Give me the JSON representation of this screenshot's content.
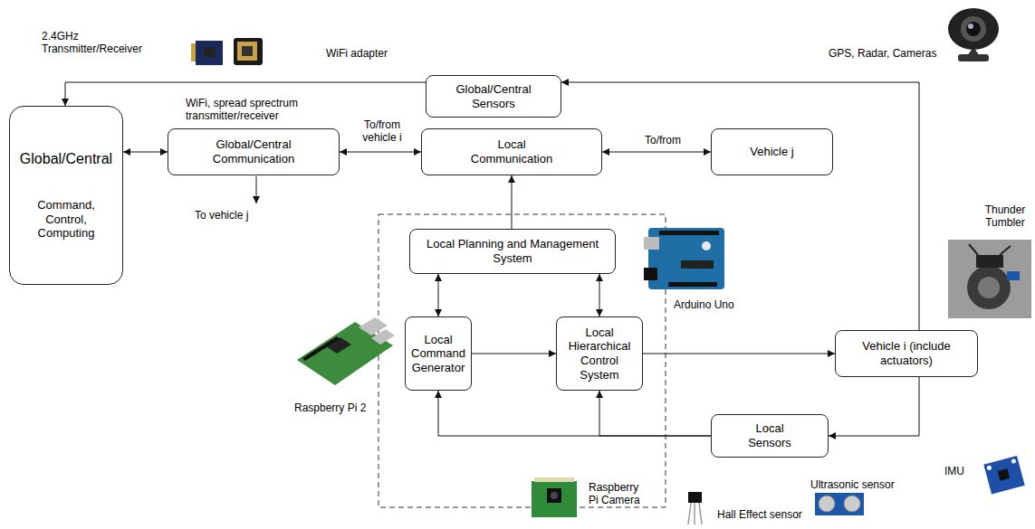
{
  "diagram": {
    "nodes": [
      {
        "text": [
          "Global/Central",
          "Command, Control, Computing"
        ]
      },
      {
        "text": [
          "Global/Central Sensors"
        ]
      },
      {
        "text": [
          "Global/Central Communication"
        ]
      },
      {
        "text": [
          "Local Communication"
        ]
      },
      {
        "text": [
          "Vehicle j"
        ]
      },
      {
        "text": [
          "Local Planning and Management System"
        ]
      },
      {
        "text": [
          "Local Command Generator"
        ]
      },
      {
        "text": [
          "Local Hierarchical Control System"
        ]
      },
      {
        "text": [
          "Vehicle i (include actuators)"
        ]
      },
      {
        "text": [
          "Local Sensors"
        ]
      }
    ],
    "edges": [
      {
        "from": 1,
        "to": 0,
        "arrow": "to"
      },
      {
        "from": 0,
        "to": 2,
        "arrow": "both"
      },
      {
        "from": 2,
        "to": 3,
        "label": "To/from vehicle i",
        "arrow": "both"
      },
      {
        "from": 3,
        "to": 4,
        "label": "To/from",
        "arrow": "both"
      },
      {
        "from": 5,
        "to": 3,
        "arrow": "to"
      },
      {
        "from": 5,
        "to": 6,
        "arrow": "both"
      },
      {
        "from": 5,
        "to": 7,
        "arrow": "both"
      },
      {
        "from": 6,
        "to": 7,
        "arrow": "to"
      },
      {
        "from": 7,
        "to": 8,
        "arrow": "to"
      },
      {
        "from": 8,
        "to": 9,
        "arrow": "to"
      },
      {
        "from": 8,
        "to": 1,
        "arrow": "to"
      },
      {
        "from": 9,
        "to": 6,
        "arrow": "to"
      },
      {
        "from": 9,
        "to": 7,
        "arrow": "to"
      }
    ],
    "labels": [
      "2.4GHz Transmitter/Receiver",
      "WiFi adapter",
      "GPS, Radar, Cameras",
      "WiFi, spread sprectrum transmitter/receiver",
      "To vehicle j",
      "Thunder Tumbler",
      "Arduino Uno",
      "Raspberry Pi 2",
      "IMU",
      "Ultrasonic sensor",
      "Raspberry Pi Camera",
      "Hall Effect sensor"
    ]
  }
}
